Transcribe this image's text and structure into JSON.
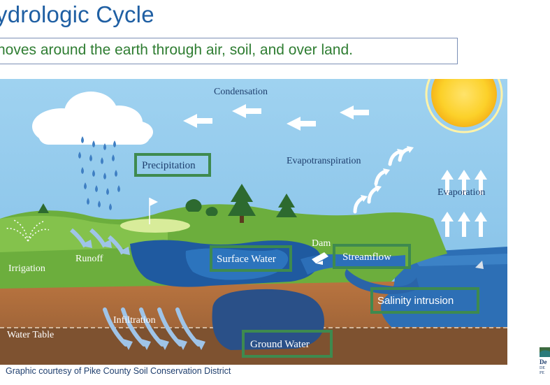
{
  "slide": {
    "title": "ydrologic Cycle",
    "subtitle": "noves around the earth through air, soil, and over land.",
    "caption": "Graphic courtesy of Pike County Soil Conservation District"
  },
  "diagram": {
    "labels": {
      "condensation": "Condensation",
      "evapotranspiration": "Evapotranspiration",
      "evaporation": "Evaporation",
      "irrigation": "Irrigation",
      "runoff": "Runoff",
      "dam": "Dam",
      "infiltration": "Infiltration",
      "water_table": "Water Table"
    },
    "highlighted": {
      "precipitation": "Precipitation",
      "surface_water": "Surface Water",
      "streamflow": "Streamflow",
      "salinity_intrusion": "Salinity intrusion",
      "ground_water": "Ground Water"
    }
  },
  "logo": {
    "lines": [
      "De",
      "DE",
      "PE"
    ]
  },
  "colors": {
    "title": "#1f5fa3",
    "subtitle": "#2f7d32",
    "highlight_border": "#3e8a4f",
    "sky": "#8ec7ea",
    "soil": "#a8683a",
    "water": "#2b68b0"
  }
}
